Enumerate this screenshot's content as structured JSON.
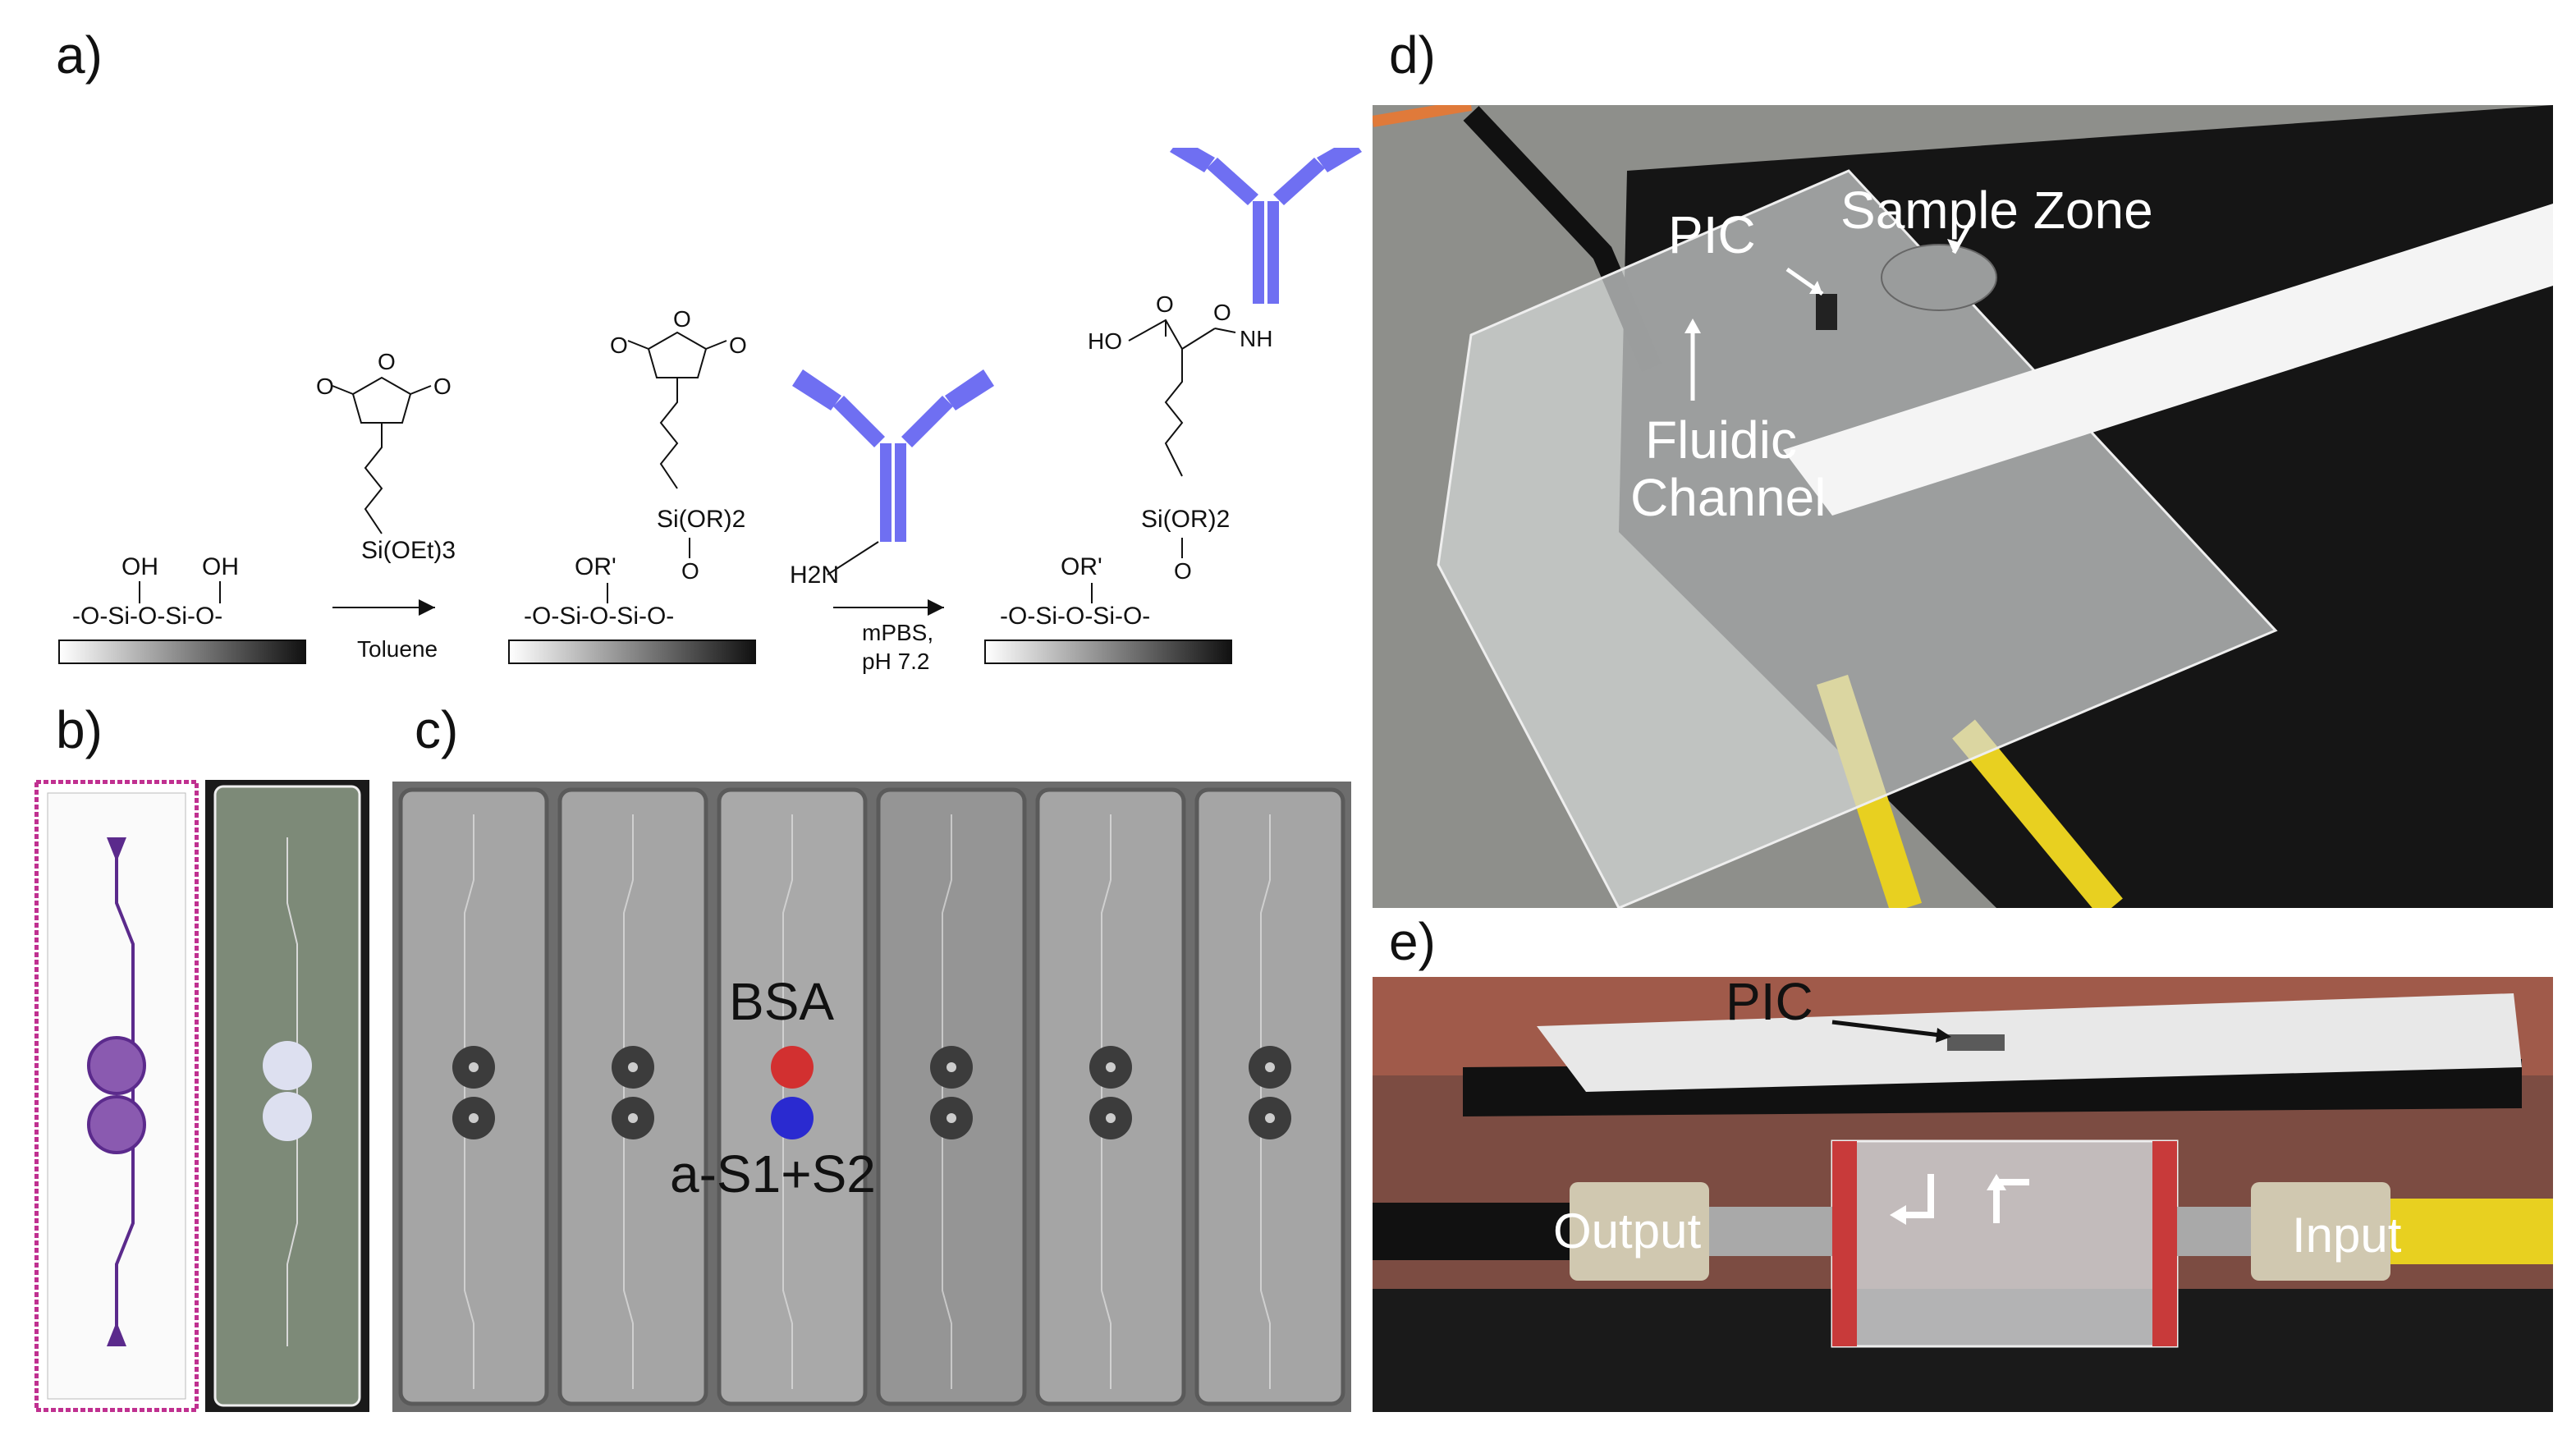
{
  "panels": {
    "a": "a)",
    "b": "b)",
    "c": "c)",
    "d": "d)",
    "e": "e)"
  },
  "scheme": {
    "oh": "OH",
    "or_prime": "OR'",
    "chain_left": "-O-Si-O-Si-O-",
    "silane": "Si(OEt)3",
    "silane_product": "Si(OR)2",
    "o_link": "O",
    "h2n": "H2N",
    "ho": "HO",
    "nh": "NH",
    "step1_reagent": "Toluene",
    "step2_reagent_line1": "mPBS,",
    "step2_reagent_line2": "pH 7.2"
  },
  "chip_c": {
    "bsa": "BSA",
    "as1s2": "a-S1+S2"
  },
  "photo_d": {
    "pic": "PIC",
    "sample_zone": "Sample Zone",
    "fluidic": "Fluidic",
    "channel": "Channel"
  },
  "photo_e": {
    "pic": "PIC",
    "output": "Output",
    "input": "Input"
  },
  "colors": {
    "antibody": "#6f6ff2",
    "bsa_spot": "#d23030",
    "as_spot": "#2a2ad0",
    "layout_purple": "#5b2a8c"
  }
}
